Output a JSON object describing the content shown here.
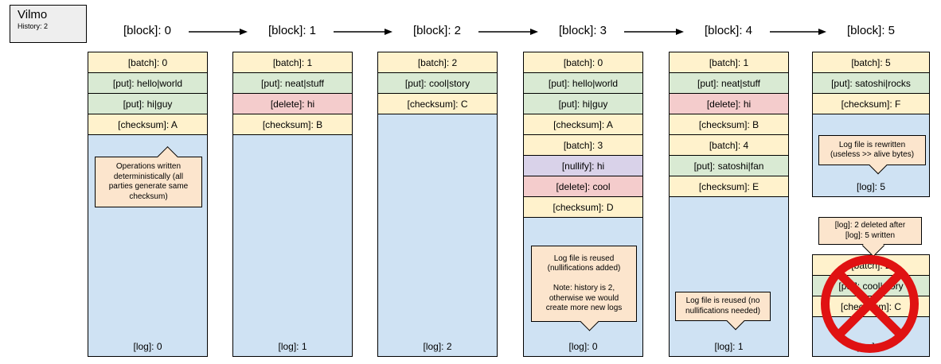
{
  "palette": {
    "batch": "#fff2cc",
    "checksum": "#fff2cc",
    "put": "#d9ead3",
    "delete": "#f4cccc",
    "nullify": "#d9d2e9",
    "log": "#cfe2f3",
    "callout": "#fce5cd",
    "node": "#eeeeee",
    "cross": "#e01212"
  },
  "node": {
    "title": "Vilmo",
    "subtitle": "History: 2"
  },
  "block_labels": [
    "[block]: 0",
    "[block]: 1",
    "[block]: 2",
    "[block]: 3",
    "[block]: 4",
    "[block]: 5"
  ],
  "columns": [
    {
      "ops": [
        {
          "type": "batch",
          "label": "[batch]: 0"
        },
        {
          "type": "put",
          "label": "[put]: hello|world"
        },
        {
          "type": "put",
          "label": "[put]: hi|guy"
        },
        {
          "type": "checksum",
          "label": "[checksum]: A"
        }
      ],
      "log": "[log]: 0"
    },
    {
      "ops": [
        {
          "type": "batch",
          "label": "[batch]: 1"
        },
        {
          "type": "put",
          "label": "[put]: neat|stuff"
        },
        {
          "type": "delete",
          "label": "[delete]: hi"
        },
        {
          "type": "checksum",
          "label": "[checksum]: B"
        }
      ],
      "log": "[log]: 1"
    },
    {
      "ops": [
        {
          "type": "batch",
          "label": "[batch]: 2"
        },
        {
          "type": "put",
          "label": "[put]: cool|story"
        },
        {
          "type": "checksum",
          "label": "[checksum]: C"
        }
      ],
      "log": "[log]: 2"
    },
    {
      "ops": [
        {
          "type": "batch",
          "label": "[batch]: 0"
        },
        {
          "type": "put",
          "label": "[put]: hello|world"
        },
        {
          "type": "put",
          "label": "[put]: hi|guy"
        },
        {
          "type": "checksum",
          "label": "[checksum]: A"
        },
        {
          "type": "batch",
          "label": "[batch]: 3"
        },
        {
          "type": "nullify",
          "label": "[nullify]: hi"
        },
        {
          "type": "delete",
          "label": "[delete]: cool"
        },
        {
          "type": "checksum",
          "label": "[checksum]: D"
        }
      ],
      "log": "[log]: 0"
    },
    {
      "ops": [
        {
          "type": "batch",
          "label": "[batch]: 1"
        },
        {
          "type": "put",
          "label": "[put]: neat|stuff"
        },
        {
          "type": "delete",
          "label": "[delete]: hi"
        },
        {
          "type": "checksum",
          "label": "[checksum]: B"
        },
        {
          "type": "batch",
          "label": "[batch]: 4"
        },
        {
          "type": "put",
          "label": "[put]: satoshi|fan"
        },
        {
          "type": "checksum",
          "label": "[checksum]: E"
        }
      ],
      "log": "[log]: 1"
    },
    {
      "ops": [
        {
          "type": "batch",
          "label": "[batch]: 5"
        },
        {
          "type": "put",
          "label": "[put]: satoshi|rocks"
        },
        {
          "type": "checksum",
          "label": "[checksum]: F"
        }
      ],
      "log": "[log]: 5"
    }
  ],
  "deleted_block": {
    "ops": [
      {
        "type": "batch",
        "label": "[batch]: 2"
      },
      {
        "type": "put",
        "label": "[put]: cool|story"
      },
      {
        "type": "checksum",
        "label": "[checksum]: C"
      }
    ],
    "log": "[log]: 2"
  },
  "callouts": [
    {
      "text": "Operations written\ndeterministically (all\nparties generate same\nchecksum)"
    },
    {
      "text": "Log file is reused\n(nullifications added)\n\nNote: history is 2,\notherwise we would\ncreate more new logs"
    },
    {
      "text": "Log file is reused (no\nnullifications needed)"
    },
    {
      "text": "Log file is rewritten\n(useless >> alive bytes)"
    },
    {
      "text": "[log]: 2 deleted after\n[log]: 5 written"
    }
  ]
}
